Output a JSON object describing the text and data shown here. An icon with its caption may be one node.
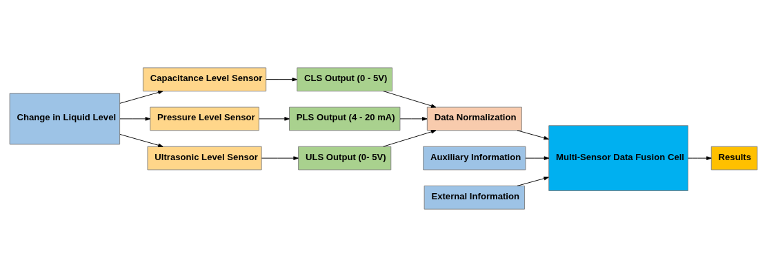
{
  "diagram": {
    "nodes": [
      {
        "text": [
          "Change in Liquid Level"
        ]
      },
      {
        "text": [
          "Capacitance Level Sensor"
        ]
      },
      {
        "text": [
          "Pressure Level Sensor"
        ]
      },
      {
        "text": [
          "Ultrasonic Level Sensor"
        ]
      },
      {
        "text": [
          "CLS Output (0 - 5V)"
        ]
      },
      {
        "text": [
          "PLS Output (4 - 20 mA)"
        ]
      },
      {
        "text": [
          "ULS Output (0- 5V)"
        ]
      },
      {
        "text": [
          "Data Normalization"
        ]
      },
      {
        "text": [
          "Multi-Sensor Data Fusion Cell"
        ]
      },
      {
        "text": [
          "Results"
        ]
      },
      {
        "text": [
          "Auxiliary Information"
        ]
      },
      {
        "text": [
          "External Information"
        ]
      }
    ],
    "edges": [
      {
        "from": 0,
        "to": 1,
        "arrow": "to"
      },
      {
        "from": 0,
        "to": 2,
        "arrow": "to"
      },
      {
        "from": 0,
        "to": 3,
        "arrow": "to"
      },
      {
        "from": 1,
        "to": 4,
        "arrow": "to"
      },
      {
        "from": 2,
        "to": 5,
        "arrow": "to"
      },
      {
        "from": 3,
        "to": 6,
        "arrow": "to"
      },
      {
        "from": 4,
        "to": 7,
        "arrow": "to"
      },
      {
        "from": 5,
        "to": 7,
        "arrow": "to"
      },
      {
        "from": 6,
        "to": 7,
        "arrow": "to"
      },
      {
        "from": 7,
        "to": 8,
        "arrow": "to"
      },
      {
        "from": 8,
        "to": 9,
        "arrow": "to"
      },
      {
        "from": 10,
        "to": 8,
        "arrow": "to"
      },
      {
        "from": 11,
        "to": 8,
        "arrow": "to"
      }
    ]
  }
}
